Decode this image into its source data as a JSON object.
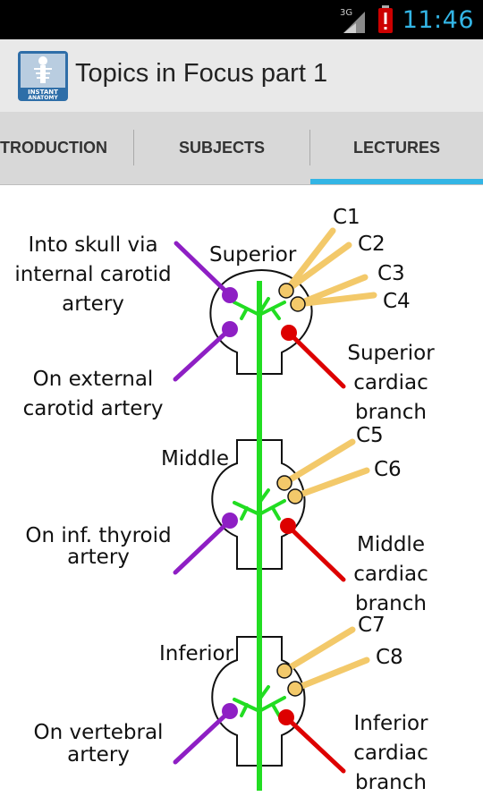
{
  "status": {
    "network": "3G",
    "time": "11:46"
  },
  "app": {
    "title": "Topics in Focus part 1",
    "icon_label_1": "INSTANT",
    "icon_label_2": "ANATOMY"
  },
  "tabs": [
    {
      "label": "TRODUCTION"
    },
    {
      "label": "SUBJECTS"
    },
    {
      "label": "LECTURES"
    }
  ],
  "diagram": {
    "ganglia": {
      "superior": "Superior",
      "middle": "Middle",
      "inferior": "Inferior"
    },
    "spinal_nerves": [
      "C1",
      "C2",
      "C3",
      "C4",
      "C5",
      "C6",
      "C7",
      "C8"
    ],
    "left_labels": {
      "sup_1": "Into skull via",
      "sup_2": "internal carotid",
      "sup_3": "artery",
      "ext_1": "On external",
      "ext_2": "carotid artery",
      "mid_1": "On inf. thyroid",
      "mid_2": "artery",
      "inf_1": "On vertebral",
      "inf_2": "artery"
    },
    "right_labels": {
      "sup_1": "Superior",
      "sup_2": "cardiac",
      "sup_3": "branch",
      "mid_1": "Middle",
      "mid_2": "cardiac",
      "mid_3": "branch",
      "inf_1": "Inferior",
      "inf_2": "cardiac",
      "inf_3": "branch"
    },
    "colors": {
      "trunk": "#22dd22",
      "purple": "#8e1fc4",
      "red": "#dd0000",
      "yellow": "#f3c96a"
    }
  }
}
